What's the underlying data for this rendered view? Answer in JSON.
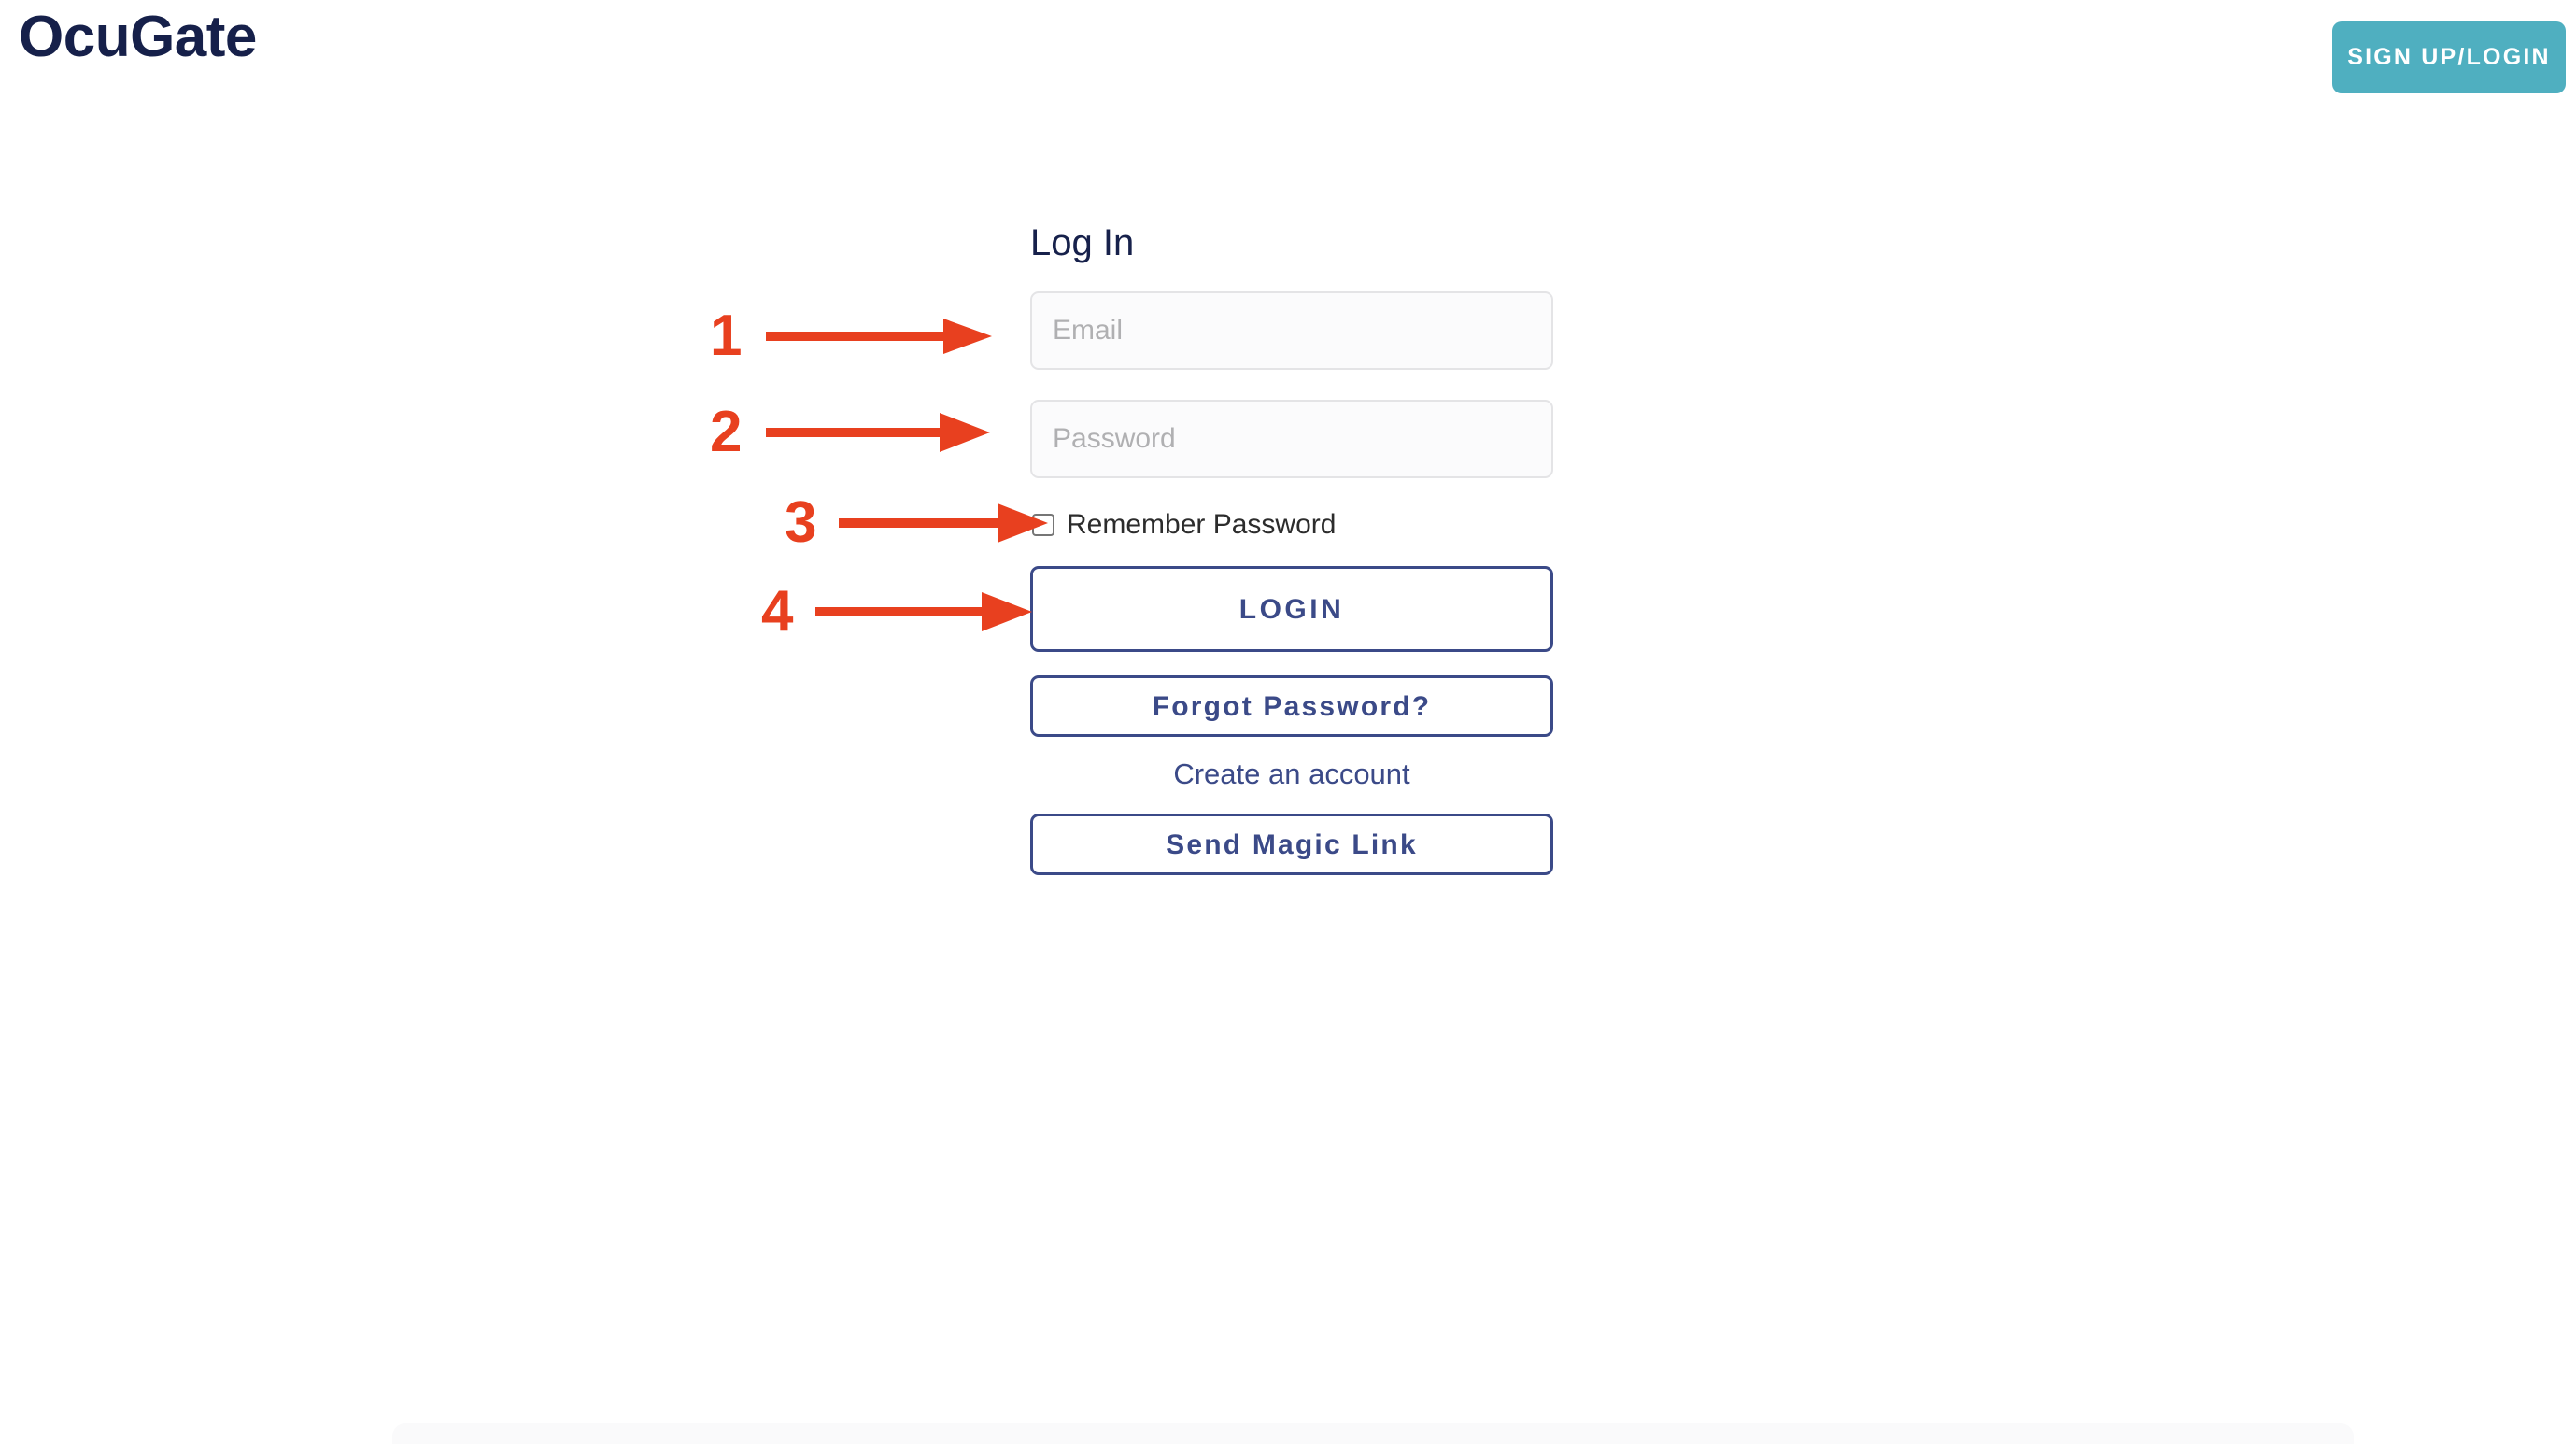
{
  "header": {
    "brand": "OcuGate",
    "signup_login_label": "SIGN UP/LOGIN",
    "accent_color": "#4fafc0",
    "brand_color": "#16204a"
  },
  "login_form": {
    "heading": "Log In",
    "email": {
      "placeholder": "Email",
      "value": ""
    },
    "password": {
      "placeholder": "Password",
      "value": ""
    },
    "remember": {
      "label": "Remember Password",
      "checked": false
    },
    "login_label": "LOGIN",
    "forgot_password_label": "Forgot Password?",
    "create_account_label": "Create an account",
    "magic_link_label": "Send Magic Link",
    "button_color": "#3b4a88"
  },
  "annotations": {
    "color": "#e8401f",
    "items": [
      {
        "number": "1",
        "target": "email-field"
      },
      {
        "number": "2",
        "target": "password-field"
      },
      {
        "number": "3",
        "target": "remember-password-checkbox"
      },
      {
        "number": "4",
        "target": "login-button"
      }
    ]
  }
}
